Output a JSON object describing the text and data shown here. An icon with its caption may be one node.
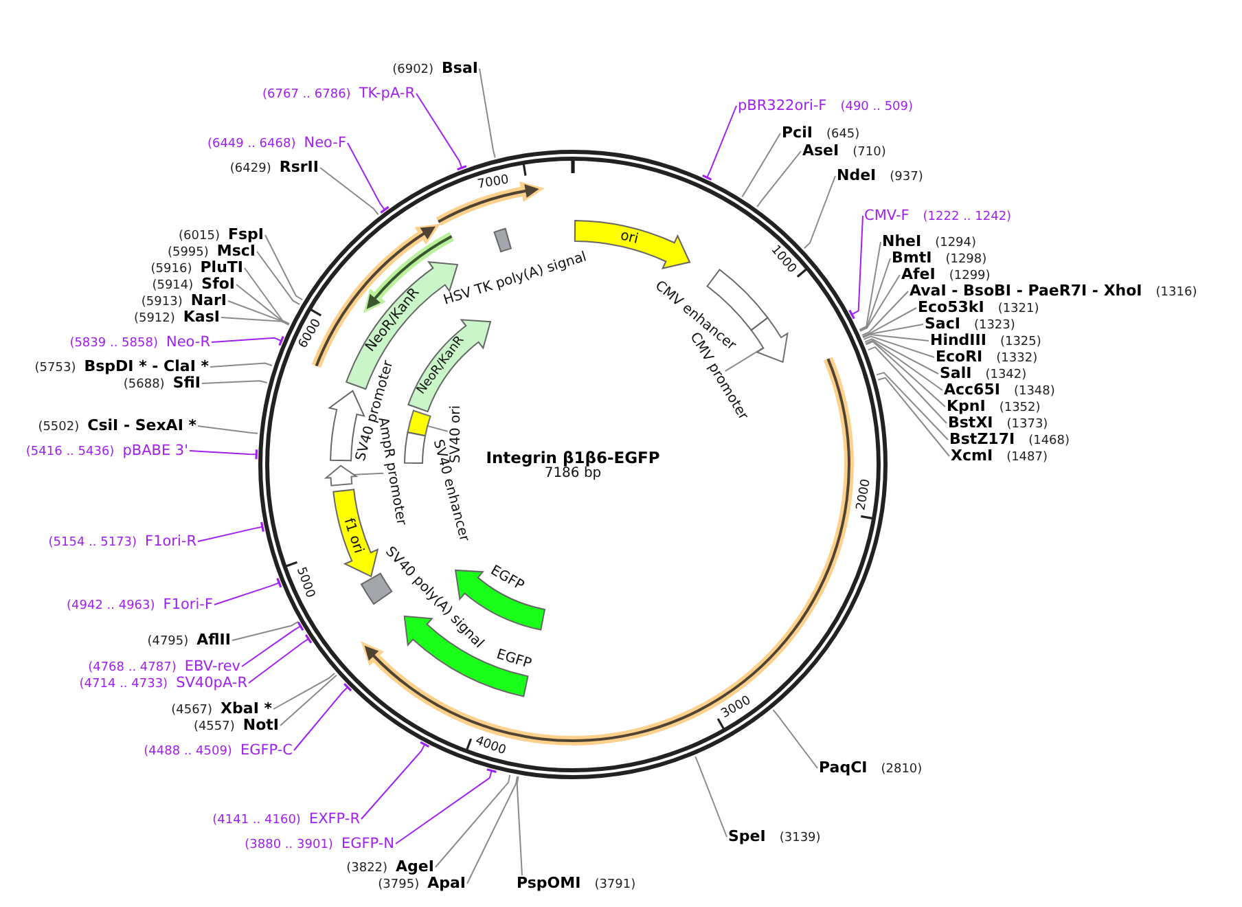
{
  "diagram": {
    "nodes": [
      {
        "text": [
          "Integrin β1β6-EGFP",
          "7186 bp"
        ]
      },
      {
        "text": [
          "ori"
        ],
        "in": 0
      },
      {
        "text": [
          "CMV enhancer"
        ],
        "in": 0
      },
      {
        "text": [],
        "shape": "arrow",
        "in": 0
      },
      {
        "text": [
          "CMV promoter"
        ],
        "in": 0
      },
      {
        "text": [
          "EGFP"
        ],
        "in": 0
      },
      {
        "text": [
          "EGFP"
        ],
        "in": 0
      },
      {
        "text": [
          "SV40 poly(A) signal"
        ],
        "in": 0
      },
      {
        "text": [
          "f1 ori"
        ],
        "in": 0
      },
      {
        "text": [],
        "shape": "arrow",
        "in": 0
      },
      {
        "text": [
          "AmpR promoter"
        ],
        "in": 0
      },
      {
        "text": [
          "SV40 promoter"
        ],
        "in": 0
      },
      {
        "text": [
          "SV40 enhancer"
        ],
        "in": 0
      },
      {
        "text": [],
        "shape": "box",
        "in": 0
      },
      {
        "text": [
          "SV40 ori"
        ],
        "in": 0
      },
      {
        "text": [
          "NeoR/KanR"
        ],
        "in": 0
      },
      {
        "text": [
          "NeoR/KanR"
        ],
        "in": 0
      },
      {
        "text": [
          "HSV TK poly(A) signal"
        ],
        "in": 0
      },
      {
        "text": [
          "pBR322ori-F",
          "(490 .. 509)"
        ]
      },
      {
        "text": [
          "PciI",
          "(645)"
        ]
      },
      {
        "text": [
          "AseI",
          "(710)"
        ]
      },
      {
        "text": [
          "NdeI",
          "(937)"
        ]
      },
      {
        "text": [
          "CMV-F",
          "(1222 .. 1242)"
        ]
      },
      {
        "text": [
          "NheI",
          "(1294)"
        ]
      },
      {
        "text": [
          "BmtI",
          "(1298)"
        ]
      },
      {
        "text": [
          "AfeI",
          "(1299)"
        ]
      },
      {
        "text": [
          "AvaI - BsoBI - PaeR7I - XhoI",
          "(1316)"
        ]
      },
      {
        "text": [
          "Eco53kI",
          "(1321)"
        ]
      },
      {
        "text": [
          "SacI",
          "(1323)"
        ]
      },
      {
        "text": [
          "HindIII",
          "(1325)"
        ]
      },
      {
        "text": [
          "EcoRI",
          "(1332)"
        ]
      },
      {
        "text": [
          "SalI",
          "(1342)"
        ]
      },
      {
        "text": [
          "Acc65I",
          "(1348)"
        ]
      },
      {
        "text": [
          "KpnI",
          "(1352)"
        ]
      },
      {
        "text": [
          "BstXI",
          "(1373)"
        ]
      },
      {
        "text": [
          "BstZ17I",
          "(1468)"
        ]
      },
      {
        "text": [
          "XcmI",
          "(1487)"
        ]
      },
      {
        "text": [
          "PaqCI",
          "(2810)"
        ]
      },
      {
        "text": [
          "SpeI",
          "(3139)"
        ]
      },
      {
        "text": [
          "PspOMI",
          "(3791)"
        ]
      },
      {
        "text": [
          "(3795)",
          "ApaI"
        ]
      },
      {
        "text": [
          "(3822)",
          "AgeI"
        ]
      },
      {
        "text": [
          "(3880 .. 3901)",
          "EGFP-N"
        ]
      },
      {
        "text": [
          "(4141 .. 4160)",
          "EXFP-R"
        ]
      },
      {
        "text": [
          "(4488 .. 4509)",
          "EGFP-C"
        ]
      },
      {
        "text": [
          "(4557)",
          "NotI"
        ]
      },
      {
        "text": [
          "(4567)",
          "XbaI *"
        ]
      },
      {
        "text": [
          "(4714 .. 4733)",
          "SV40pA-R"
        ]
      },
      {
        "text": [
          "(4768 .. 4787)",
          "EBV-rev"
        ]
      },
      {
        "text": [
          "(4795)",
          "AflII"
        ]
      },
      {
        "text": [
          "(4942 .. 4963)",
          "F1ori-F"
        ]
      },
      {
        "text": [
          "(5154 .. 5173)",
          "F1ori-R"
        ]
      },
      {
        "text": [
          "(5416 .. 5436)",
          "pBABE 3'"
        ]
      },
      {
        "text": [
          "(5502)",
          "CsiI - SexAI *"
        ]
      },
      {
        "text": [
          "(5688)",
          "SfiI"
        ]
      },
      {
        "text": [
          "(5753)",
          "BspDI * - ClaI *"
        ]
      },
      {
        "text": [
          "(5839 .. 5858)",
          "Neo-R"
        ]
      },
      {
        "text": [
          "(5912)",
          "KasI"
        ]
      },
      {
        "text": [
          "(5913)",
          "NarI"
        ]
      },
      {
        "text": [
          "(5914)",
          "SfoI"
        ]
      },
      {
        "text": [
          "(5916)",
          "PluTI"
        ]
      },
      {
        "text": [
          "(5995)",
          "MscI"
        ]
      },
      {
        "text": [
          "(6015)",
          "FspI"
        ]
      },
      {
        "text": [
          "(6429)",
          "RsrII"
        ]
      },
      {
        "text": [
          "(6449 .. 6468)",
          "Neo-F"
        ]
      },
      {
        "text": [
          "(6767 .. 6786)",
          "TK-pA-R"
        ]
      },
      {
        "text": [
          "(6902)",
          "BsaI"
        ]
      }
    ],
    "edges": [
      {
        "from": 4,
        "to": 3,
        "arrow": "none"
      },
      {
        "from": 10,
        "to": 9,
        "arrow": "none"
      },
      {
        "from": 14,
        "to": 13,
        "arrow": "none"
      },
      {
        "from": 18,
        "to": 0,
        "arrow": "other",
        "color": "#a020f0"
      },
      {
        "from": 19,
        "to": 0,
        "arrow": "none"
      },
      {
        "from": 20,
        "to": 0,
        "arrow": "none"
      },
      {
        "from": 21,
        "to": 0,
        "arrow": "none"
      },
      {
        "from": 22,
        "to": 0,
        "arrow": "other",
        "color": "#a020f0"
      },
      {
        "from": 23,
        "to": 0,
        "arrow": "none"
      },
      {
        "from": 24,
        "to": 0,
        "arrow": "none"
      },
      {
        "from": 25,
        "to": 0,
        "arrow": "none"
      },
      {
        "from": 26,
        "to": 0,
        "arrow": "none"
      },
      {
        "from": 27,
        "to": 0,
        "arrow": "none"
      },
      {
        "from": 28,
        "to": 0,
        "arrow": "none"
      },
      {
        "from": 29,
        "to": 0,
        "arrow": "none"
      },
      {
        "from": 30,
        "to": 0,
        "arrow": "none"
      },
      {
        "from": 31,
        "to": 0,
        "arrow": "none"
      },
      {
        "from": 32,
        "to": 0,
        "arrow": "none"
      },
      {
        "from": 33,
        "to": 0,
        "arrow": "none"
      },
      {
        "from": 34,
        "to": 0,
        "arrow": "none"
      },
      {
        "from": 35,
        "to": 0,
        "arrow": "none"
      },
      {
        "from": 36,
        "to": 0,
        "arrow": "none"
      },
      {
        "from": 37,
        "to": 0,
        "arrow": "none"
      },
      {
        "from": 38,
        "to": 0,
        "arrow": "none"
      },
      {
        "from": 39,
        "to": 0,
        "arrow": "none"
      },
      {
        "from": 40,
        "to": 0,
        "arrow": "none"
      },
      {
        "from": 41,
        "to": 0,
        "arrow": "none"
      },
      {
        "from": 42,
        "to": 0,
        "arrow": "other",
        "color": "#a020f0"
      },
      {
        "from": 43,
        "to": 0,
        "arrow": "other",
        "color": "#a020f0"
      },
      {
        "from": 44,
        "to": 0,
        "arrow": "other",
        "color": "#a020f0"
      },
      {
        "from": 45,
        "to": 0,
        "arrow": "none"
      },
      {
        "from": 46,
        "to": 0,
        "arrow": "none"
      },
      {
        "from": 47,
        "to": 0,
        "arrow": "other",
        "color": "#a020f0"
      },
      {
        "from": 48,
        "to": 0,
        "arrow": "other",
        "color": "#a020f0"
      },
      {
        "from": 49,
        "to": 0,
        "arrow": "none"
      },
      {
        "from": 50,
        "to": 0,
        "arrow": "other",
        "color": "#a020f0"
      },
      {
        "from": 51,
        "to": 0,
        "arrow": "other",
        "color": "#a020f0"
      },
      {
        "from": 52,
        "to": 0,
        "arrow": "other",
        "color": "#a020f0"
      },
      {
        "from": 53,
        "to": 0,
        "arrow": "none"
      },
      {
        "from": 54,
        "to": 0,
        "arrow": "none"
      },
      {
        "from": 55,
        "to": 0,
        "arrow": "none"
      },
      {
        "from": 56,
        "to": 0,
        "arrow": "other",
        "color": "#a020f0"
      },
      {
        "from": 57,
        "to": 0,
        "arrow": "none"
      },
      {
        "from": 58,
        "to": 0,
        "arrow": "none"
      },
      {
        "from": 59,
        "to": 0,
        "arrow": "none"
      },
      {
        "from": 60,
        "to": 0,
        "arrow": "none"
      },
      {
        "from": 61,
        "to": 0,
        "arrow": "none"
      },
      {
        "from": 62,
        "to": 0,
        "arrow": "none"
      },
      {
        "from": 63,
        "to": 0,
        "arrow": "none"
      },
      {
        "from": 64,
        "to": 0,
        "arrow": "other",
        "color": "#a020f0"
      },
      {
        "from": 65,
        "to": 0,
        "arrow": "other",
        "color": "#a020f0"
      },
      {
        "from": 66,
        "to": 0,
        "arrow": "none"
      }
    ],
    "labels": [
      "1000",
      "2000",
      "3000",
      "4000",
      "5000",
      "6000",
      "7000"
    ]
  }
}
